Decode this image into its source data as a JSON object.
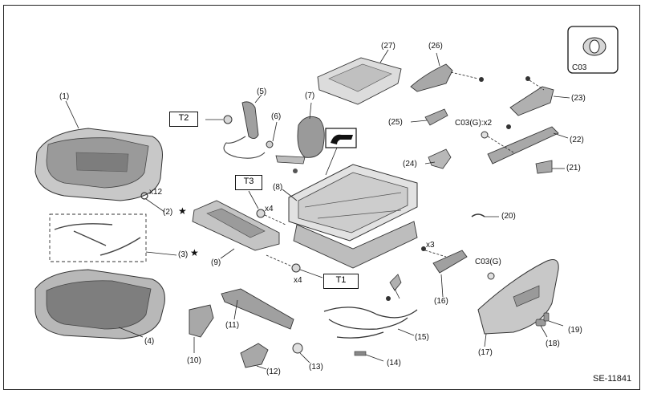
{
  "diagram": {
    "code": "SE-11841",
    "part_labels": {
      "p1": "(1)",
      "p2": "(2)",
      "p3": "(3)",
      "p4": "(4)",
      "p5": "(5)",
      "p6": "(6)",
      "p7": "(7)",
      "p8": "(8)",
      "p9": "(9)",
      "p10": "(10)",
      "p11": "(11)",
      "p12": "(12)",
      "p13": "(13)",
      "p14": "(14)",
      "p15": "(15)",
      "p16": "(16)",
      "p17": "(17)",
      "p18": "(18)",
      "p19": "(19)",
      "p20": "(20)",
      "p21": "(21)",
      "p22": "(22)",
      "p23": "(23)",
      "p24": "(24)",
      "p25": "(25)",
      "p26": "(26)",
      "p27": "(27)"
    },
    "quantities": {
      "x12": "x12",
      "x4_t3": "x4",
      "x4_t1": "x4",
      "x3": "x3",
      "c03g_x2": "C03(G):x2",
      "c03g": "C03(G)"
    },
    "torque_boxes": {
      "t1": "T1",
      "t2": "T2",
      "t3": "T3"
    },
    "legend": {
      "c03": "C03"
    },
    "star": "★"
  },
  "colors": {
    "line": "#222222",
    "part_fill": "#cfcfcf",
    "part_dark": "#8c8c8c"
  }
}
